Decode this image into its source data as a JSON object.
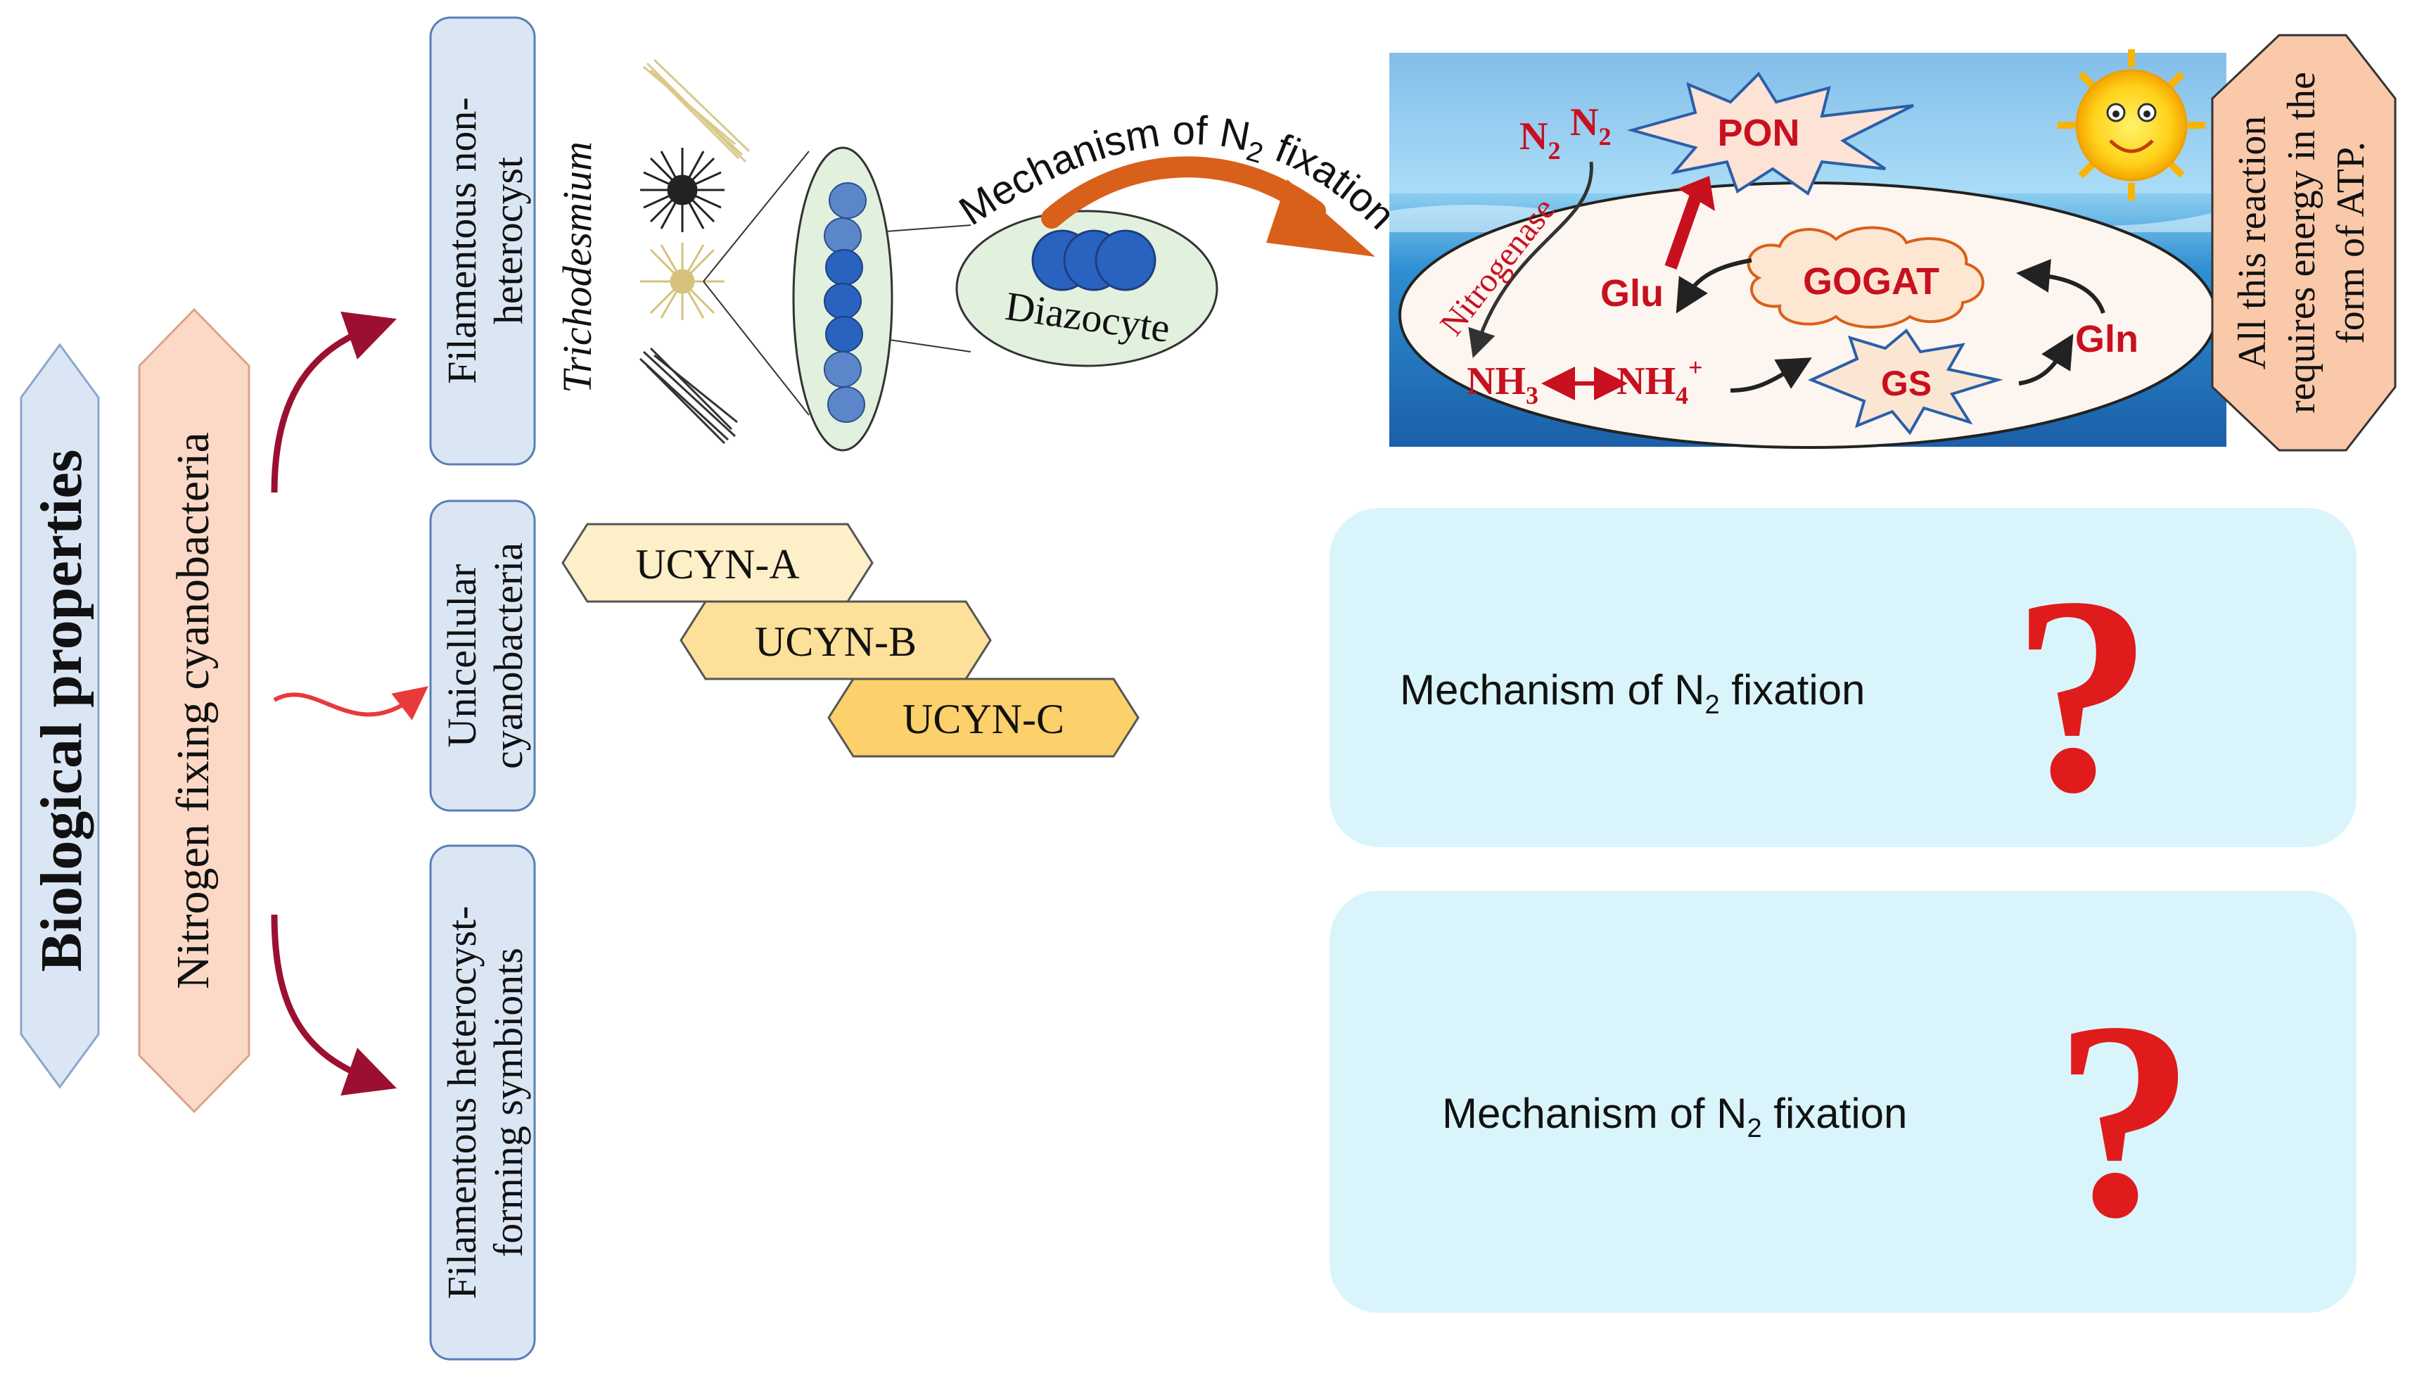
{
  "root": {
    "label": "Biological properties",
    "sub_label": "Nitrogen fixing cyanobacteria"
  },
  "branches": {
    "filamentous_non_heterocyst": {
      "line1": "Filamentous non-",
      "line2": "heterocyst"
    },
    "unicellular": {
      "line1": "Unicellular",
      "line2": "cyanobacteria"
    },
    "filamentous_heterocyst": {
      "line1": "Filamentous heterocyst-",
      "line2": "forming symbionts"
    }
  },
  "trichodesmium": {
    "label": "Trichodesmium"
  },
  "diazocyte": {
    "label": "Diazocyte"
  },
  "mechanism_arc": {
    "text": "Mechanism of N",
    "sub": "2",
    "suffix": " fixation"
  },
  "ucyn": [
    "UCYN-A",
    "UCYN-B",
    "UCYN-C"
  ],
  "pathway": {
    "n2_a": "N",
    "n2_a_sub": "2",
    "n2_b": "N",
    "n2_b_sub": "2",
    "pon": "PON",
    "nitrogenase": "Nitrogenase",
    "glu": "Glu",
    "gogat": "GOGAT",
    "gln": "Gln",
    "nh3": "NH",
    "nh3_sub": "3",
    "nh4": "NH",
    "nh4_sub": "4",
    "nh4_sup": "+",
    "gs": "GS"
  },
  "atp_note": {
    "line1": "All this reaction",
    "line2": "requires energy in the",
    "line3": "form of ATP."
  },
  "unknown_boxes": [
    {
      "text": "Mechanism of N",
      "sub": "2",
      "suffix": " fixation",
      "mark": "?"
    },
    {
      "text": "Mechanism of N",
      "sub": "2",
      "suffix": " fixation",
      "mark": "?"
    }
  ],
  "colors": {
    "blue_box": "#dbe6f5",
    "salmon_box": "#fbd9c6",
    "ucyn_a": "#fdefc8",
    "ucyn_b": "#fde09a",
    "ucyn_c": "#fcd06a",
    "arrow_dark_red": "#9b1030",
    "arrow_orange": "#d9601a",
    "pathway_red": "#c8101f",
    "question_red": "#e01b1b",
    "cyan_box": "#d9f5fb",
    "atp_box": "#f9c9aa"
  }
}
